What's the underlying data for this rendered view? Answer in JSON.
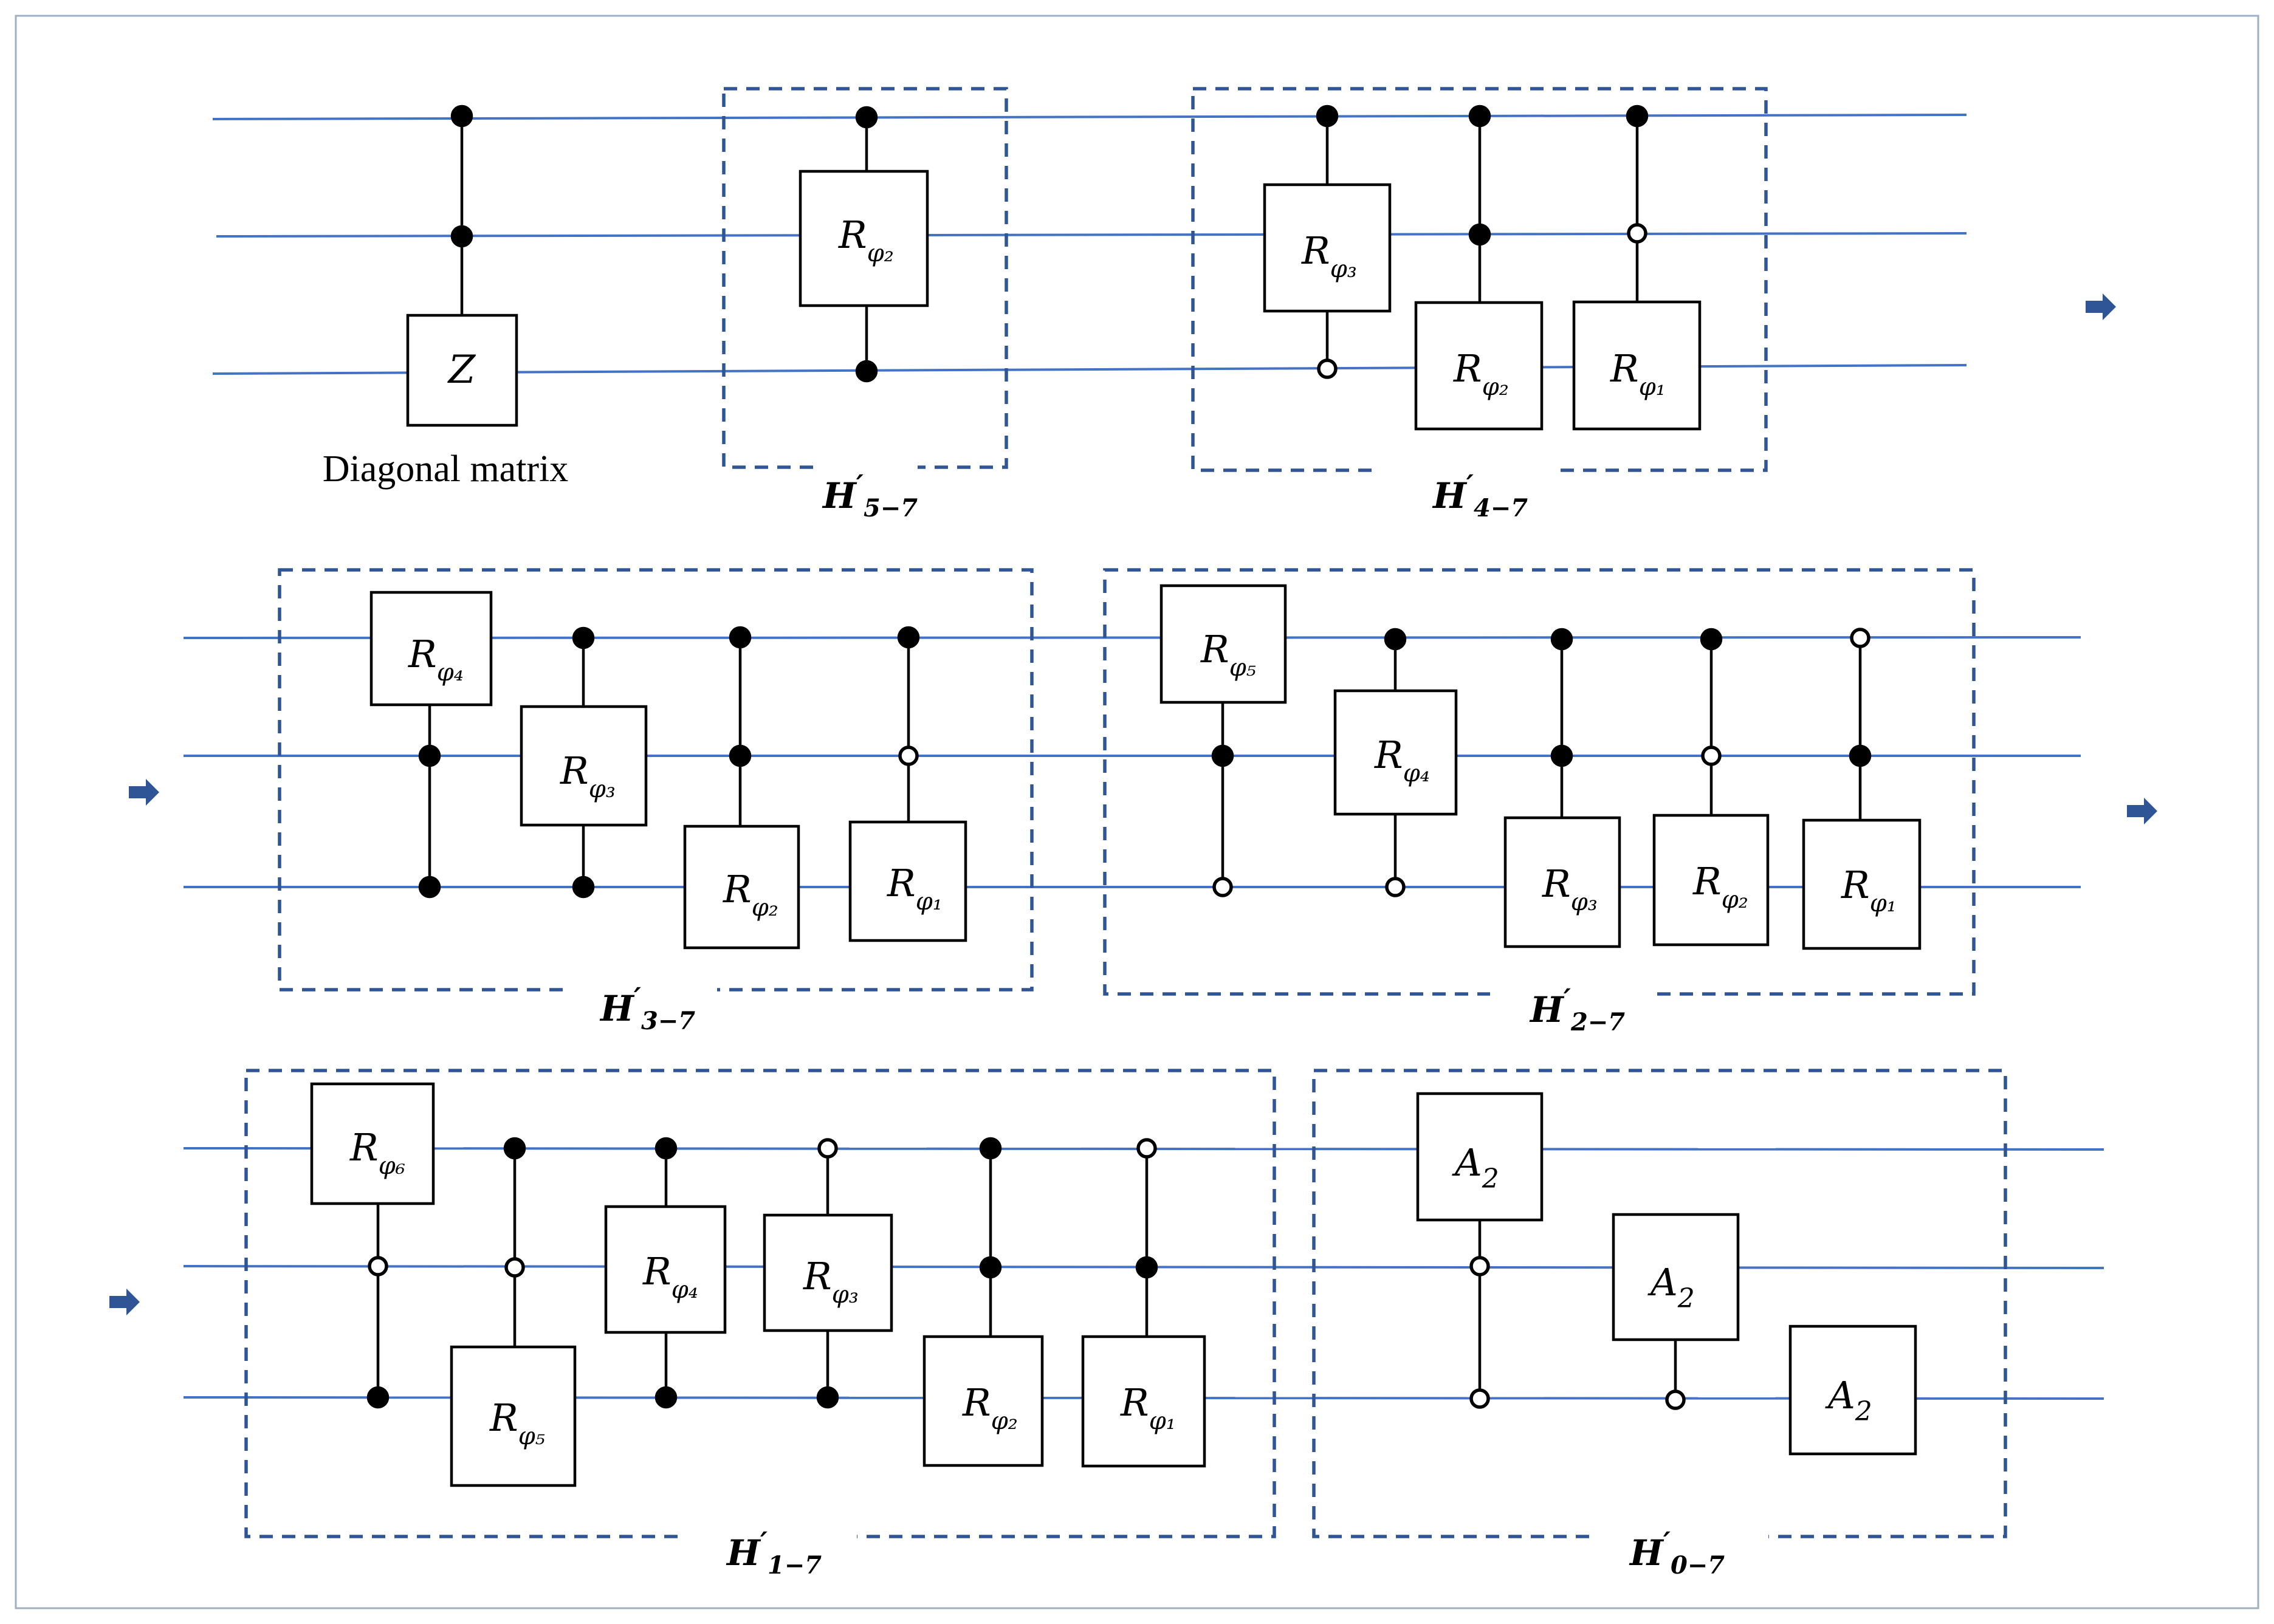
{
  "caption": "Diagonal matrix",
  "continuation_arrow": "right-arrow-icon",
  "colors": {
    "wire": "#4472C4",
    "group_border": "#2F5597",
    "arrow": "#2F5597",
    "frame": "#9DAFC4"
  },
  "groups": [
    {
      "label_main": "H",
      "label_prime": "′",
      "label_sub": "5−7"
    },
    {
      "label_main": "H",
      "label_prime": "′",
      "label_sub": "4−7"
    },
    {
      "label_main": "H",
      "label_prime": "′",
      "label_sub": "3−7"
    },
    {
      "label_main": "H",
      "label_prime": "′",
      "label_sub": "2−7"
    },
    {
      "label_main": "H",
      "label_prime": "′",
      "label_sub": "1−7"
    },
    {
      "label_main": "H",
      "label_prime": "′",
      "label_sub": "0−7"
    }
  ],
  "gates": [
    {
      "main": "Z",
      "sub": ""
    },
    {
      "main": "R",
      "sub": "φ₂"
    },
    {
      "main": "R",
      "sub": "φ₃"
    },
    {
      "main": "R",
      "sub": "φ₂"
    },
    {
      "main": "R",
      "sub": "φ₁"
    },
    {
      "main": "R",
      "sub": "φ₄"
    },
    {
      "main": "R",
      "sub": "φ₃"
    },
    {
      "main": "R",
      "sub": "φ₂"
    },
    {
      "main": "R",
      "sub": "φ₁"
    },
    {
      "main": "R",
      "sub": "φ₅"
    },
    {
      "main": "R",
      "sub": "φ₄"
    },
    {
      "main": "R",
      "sub": "φ₃"
    },
    {
      "main": "R",
      "sub": "φ₂"
    },
    {
      "main": "R",
      "sub": "φ₁"
    },
    {
      "main": "R",
      "sub": "φ₆"
    },
    {
      "main": "R",
      "sub": "φ₅"
    },
    {
      "main": "R",
      "sub": "φ₄"
    },
    {
      "main": "R",
      "sub": "φ₃"
    },
    {
      "main": "R",
      "sub": "φ₂"
    },
    {
      "main": "R",
      "sub": "φ₁"
    },
    {
      "main": "A",
      "sub": "2"
    },
    {
      "main": "A",
      "sub": "2"
    },
    {
      "main": "A",
      "sub": "2"
    }
  ]
}
